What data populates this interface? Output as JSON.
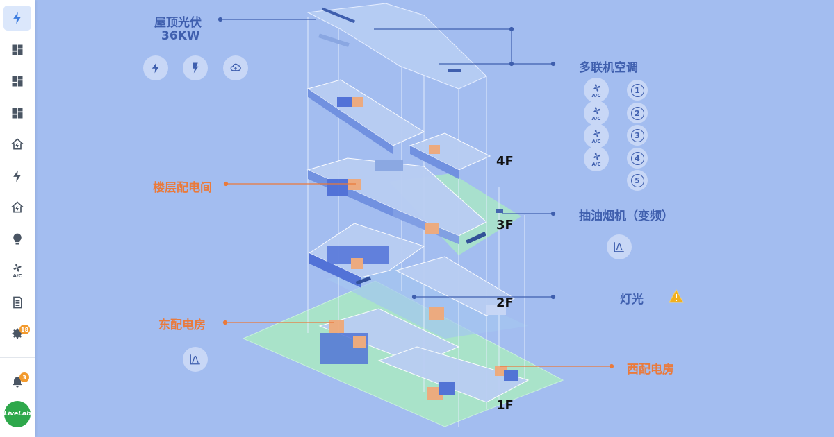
{
  "sidebar": {
    "items": [
      {
        "name": "energy",
        "icon": "lightning-icon",
        "active": true
      },
      {
        "name": "dashboard-1",
        "icon": "dashboard-icon"
      },
      {
        "name": "dashboard-2",
        "icon": "dashboard-icon"
      },
      {
        "name": "dashboard-3",
        "icon": "dashboard-icon"
      },
      {
        "name": "home-energy",
        "icon": "home-icon"
      },
      {
        "name": "power",
        "icon": "lightning-icon"
      },
      {
        "name": "home-power",
        "icon": "home-icon"
      },
      {
        "name": "lighting",
        "icon": "lightbulb-icon"
      },
      {
        "name": "air-conditioning",
        "icon": "ac-fan-icon",
        "text": "A/C"
      },
      {
        "name": "meters",
        "icon": "meter-list-icon"
      },
      {
        "name": "settings",
        "icon": "gear-icon",
        "badge": "18"
      }
    ],
    "notifications": {
      "icon": "bell-icon",
      "badge": "3"
    },
    "logo_text": "LiveLab"
  },
  "labels": {
    "roof_pv_title": "屋顶光伏",
    "roof_pv_power": "36KW",
    "vrf_ac": "多联机空调",
    "floor_distribution": "楼层配电间",
    "range_hood": "抽油烟机（变频）",
    "lighting": "灯光",
    "east_room": "东配电房",
    "west_room": "西配电房"
  },
  "floors": [
    "4F",
    "3F",
    "2F",
    "1F"
  ],
  "ac_units": {
    "ac_text": "A/C",
    "numbers": [
      "1",
      "2",
      "3",
      "4",
      "5"
    ]
  },
  "colors": {
    "background": "#a3bdf0",
    "accent_blue": "#3f5fae",
    "accent_orange": "#ea7a3b",
    "warning": "#f2b01e",
    "badge": "#f29a2e"
  }
}
